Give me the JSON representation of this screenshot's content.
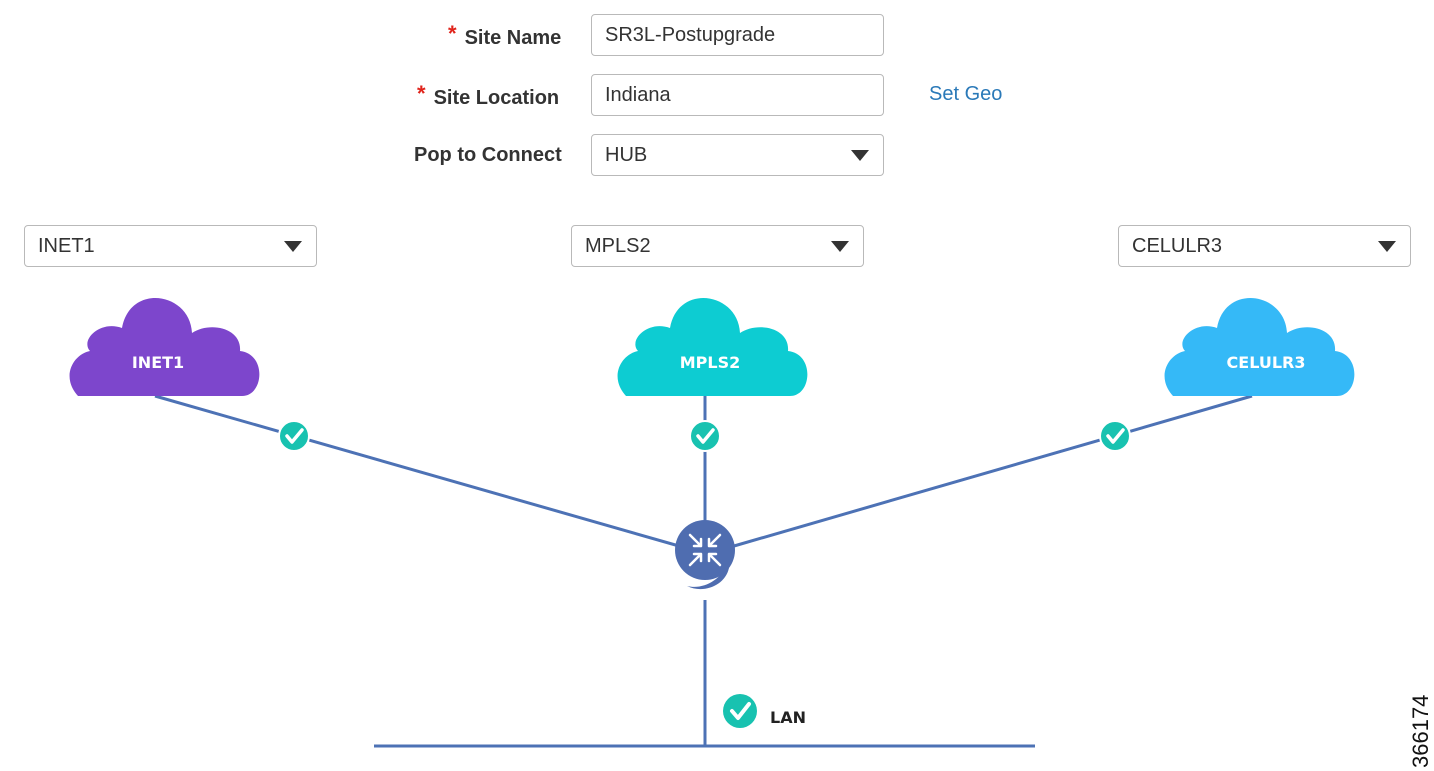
{
  "form": {
    "site_name_label": "Site Name",
    "site_name_value": "SR3L-Postupgrade",
    "site_location_label": "Site Location",
    "site_location_value": "Indiana",
    "set_geo_label": "Set Geo",
    "pop_label": "Pop to Connect",
    "pop_value": "HUB",
    "required_marker": "*"
  },
  "transports": [
    {
      "selector_value": "INET1",
      "cloud_label": "INET1",
      "color": "#7d46cc"
    },
    {
      "selector_value": "MPLS2",
      "cloud_label": "MPLS2",
      "color": "#0dccd2"
    },
    {
      "selector_value": "CELULR3",
      "cloud_label": "CELULR3",
      "color": "#35b9f7"
    }
  ],
  "lan": {
    "label": "LAN"
  },
  "colors": {
    "link_line": "#4d72b5",
    "check_circle": "#18c2b0",
    "router": "#4f6db0",
    "accent_link": "#2a79b8",
    "required": "#e0241b"
  },
  "figure_id": "366174"
}
